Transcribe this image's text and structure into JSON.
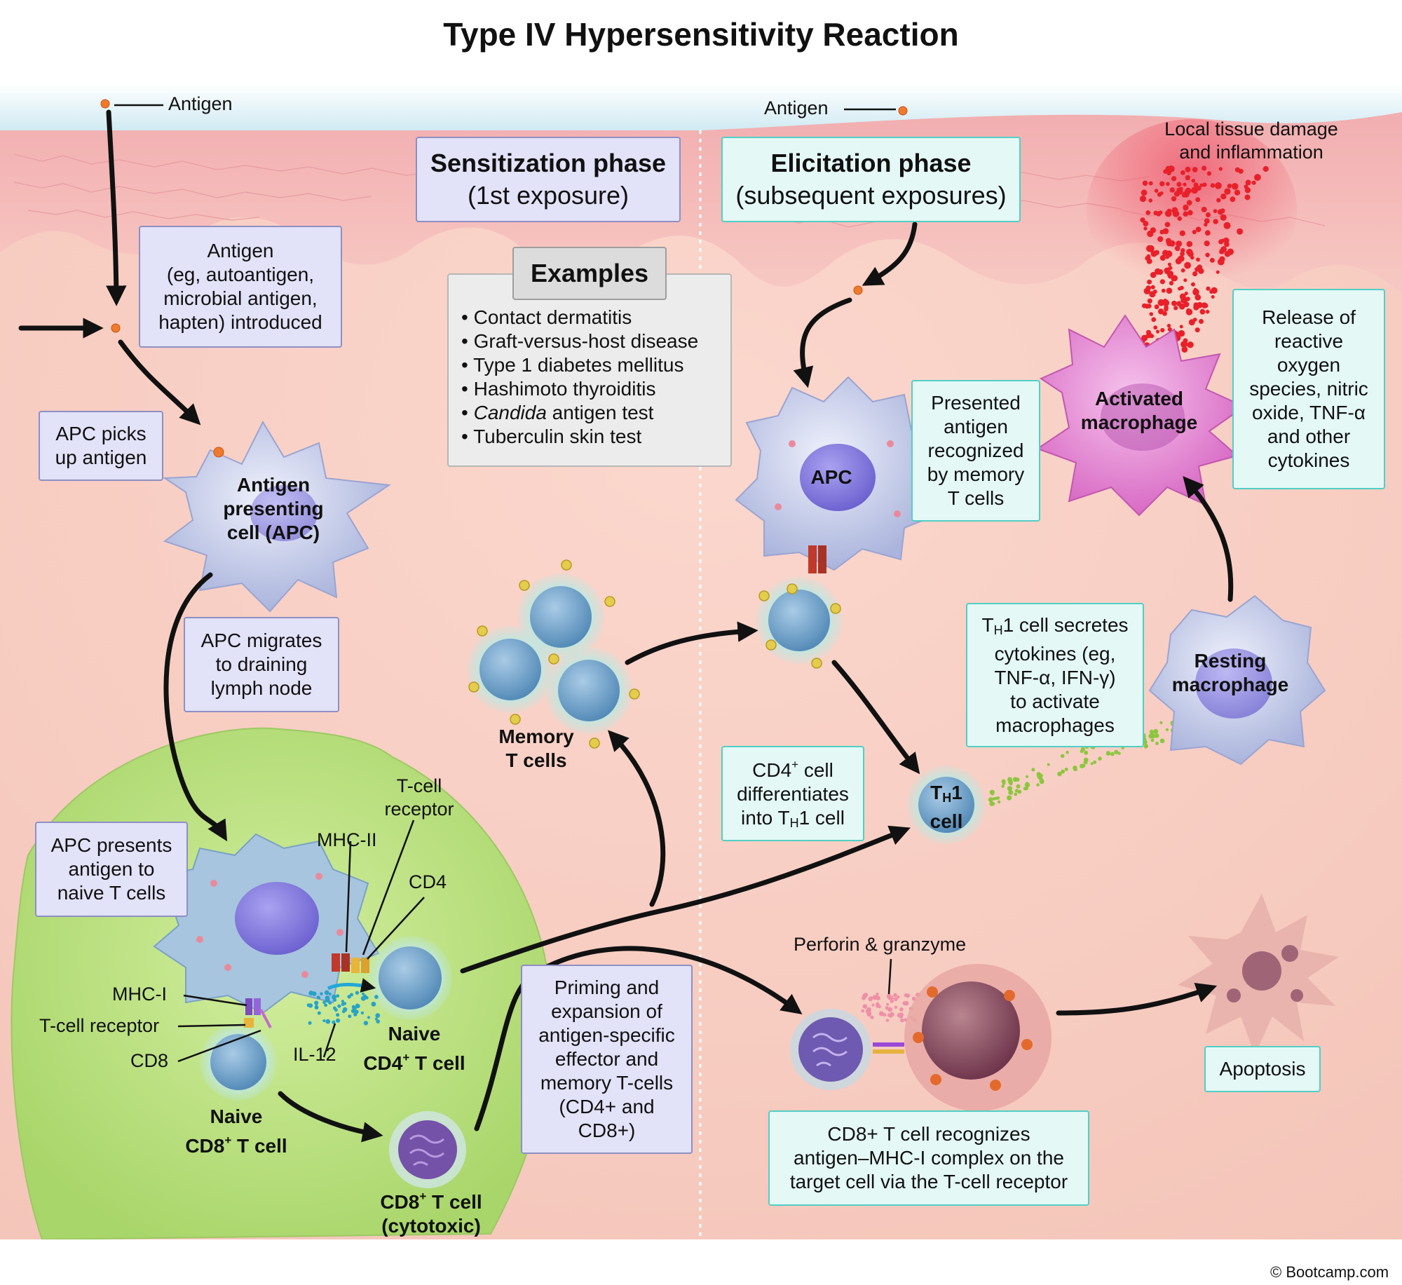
{
  "title": "Type IV Hypersensitivity Reaction",
  "phases": {
    "sensitization": {
      "name": "Sensitization phase",
      "detail": "(1st exposure)"
    },
    "elicitation": {
      "name": "Elicitation phase",
      "detail": "(subsequent exposures)"
    }
  },
  "examples": {
    "heading": "Examples",
    "items": [
      "Contact dermatitis",
      "Graft-versus-host disease",
      "Type 1 diabetes mellitus",
      "Hashimoto thyroiditis",
      "Candida antigen test",
      "Tuberculin skin test"
    ],
    "italic_word": "Candida",
    "italic_rest": " antigen test"
  },
  "labels": {
    "antigen_left": "Antigen",
    "antigen_right": "Antigen",
    "local_damage_1": "Local tissue damage",
    "local_damage_2": "and inflammation",
    "mhc2": "MHC-II",
    "tcr_top_1": "T-cell",
    "tcr_top_2": "receptor",
    "cd4": "CD4",
    "mhc1": "MHC-I",
    "tcr_left": "T-cell receptor",
    "cd8": "CD8",
    "il12": "IL-12",
    "perforin": "Perforin & granzyme",
    "copyright": "© Bootcamp.com"
  },
  "cells": {
    "apc_main_1": "Antigen",
    "apc_main_2": "presenting",
    "apc_main_3": "cell (APC)",
    "apc_right": "APC",
    "activated_1": "Activated",
    "activated_2": "macrophage",
    "resting_1": "Resting",
    "resting_2": "macrophage",
    "memory_1": "Memory",
    "memory_2": "T cells",
    "th1_a": "T",
    "th1_sub": "H",
    "th1_b": "1",
    "th1_c": "cell",
    "naive_cd4_1": "Naive",
    "naive_cd4_2a": "CD4",
    "naive_cd4_sup": "+",
    "naive_cd4_2b": " T cell",
    "naive_cd8_1": "Naive",
    "naive_cd8_2a": "CD8",
    "naive_cd8_sup": "+",
    "naive_cd8_2b": " T cell",
    "cd8_cyto_1a": "CD8",
    "cd8_cyto_sup": "+",
    "cd8_cyto_1b": " T cell",
    "cd8_cyto_2": "(cytotoxic)"
  },
  "boxes": {
    "antigen_intro": [
      "Antigen",
      "(eg, autoantigen,",
      "microbial antigen,",
      "hapten) introduced"
    ],
    "apc_picks": [
      "APC picks",
      "up antigen"
    ],
    "apc_migrates": [
      "APC migrates",
      "to draining",
      "lymph node"
    ],
    "apc_presents": [
      "APC presents",
      "antigen to",
      "naive T cells"
    ],
    "priming": [
      "Priming and",
      "expansion of",
      "antigen-specific",
      "effector and",
      "memory T-cells",
      "(CD4+ and",
      "CD8+)"
    ],
    "presented": [
      "Presented",
      "antigen",
      "recognized",
      "by memory",
      "T cells"
    ],
    "release": [
      "Release of",
      "reactive",
      "oxygen",
      "species, nitric",
      "oxide, TNF-α",
      "and other",
      "cytokines"
    ],
    "th1_secretes": [
      "1 cell secretes",
      "cytokines (eg,",
      "TNF-α, IFN-γ)",
      "to activate",
      "macrophages"
    ],
    "th1_secretes_prefix": "T",
    "th1_secretes_sub": "H",
    "cd4_diff_1a": "CD4",
    "cd4_diff_sup": "+",
    "cd4_diff_1b": " cell",
    "cd4_diff_2": "differentiates",
    "cd4_diff_3a": "into T",
    "cd4_diff_sub": "H",
    "cd4_diff_3b": "1 cell",
    "cd8_recognizes": [
      "CD8+ T cell recognizes",
      "antigen–MHC-I complex on the",
      "target cell via the T-cell receptor"
    ],
    "apoptosis": "Apoptosis"
  },
  "colors": {
    "skin_top": "#f6b9b7",
    "skin_bottom": "#f6cfc2",
    "epidermis": "#fbd4cc",
    "lymph_node": "#c4e689",
    "lavender_box": "#e2e2f8",
    "teal_box": "#e4f8f6",
    "apc": "#c8d0ec",
    "t_cell": "#79aacb",
    "activated_macrophage": "#e98fd6",
    "damage_dots": "#e8202a"
  }
}
